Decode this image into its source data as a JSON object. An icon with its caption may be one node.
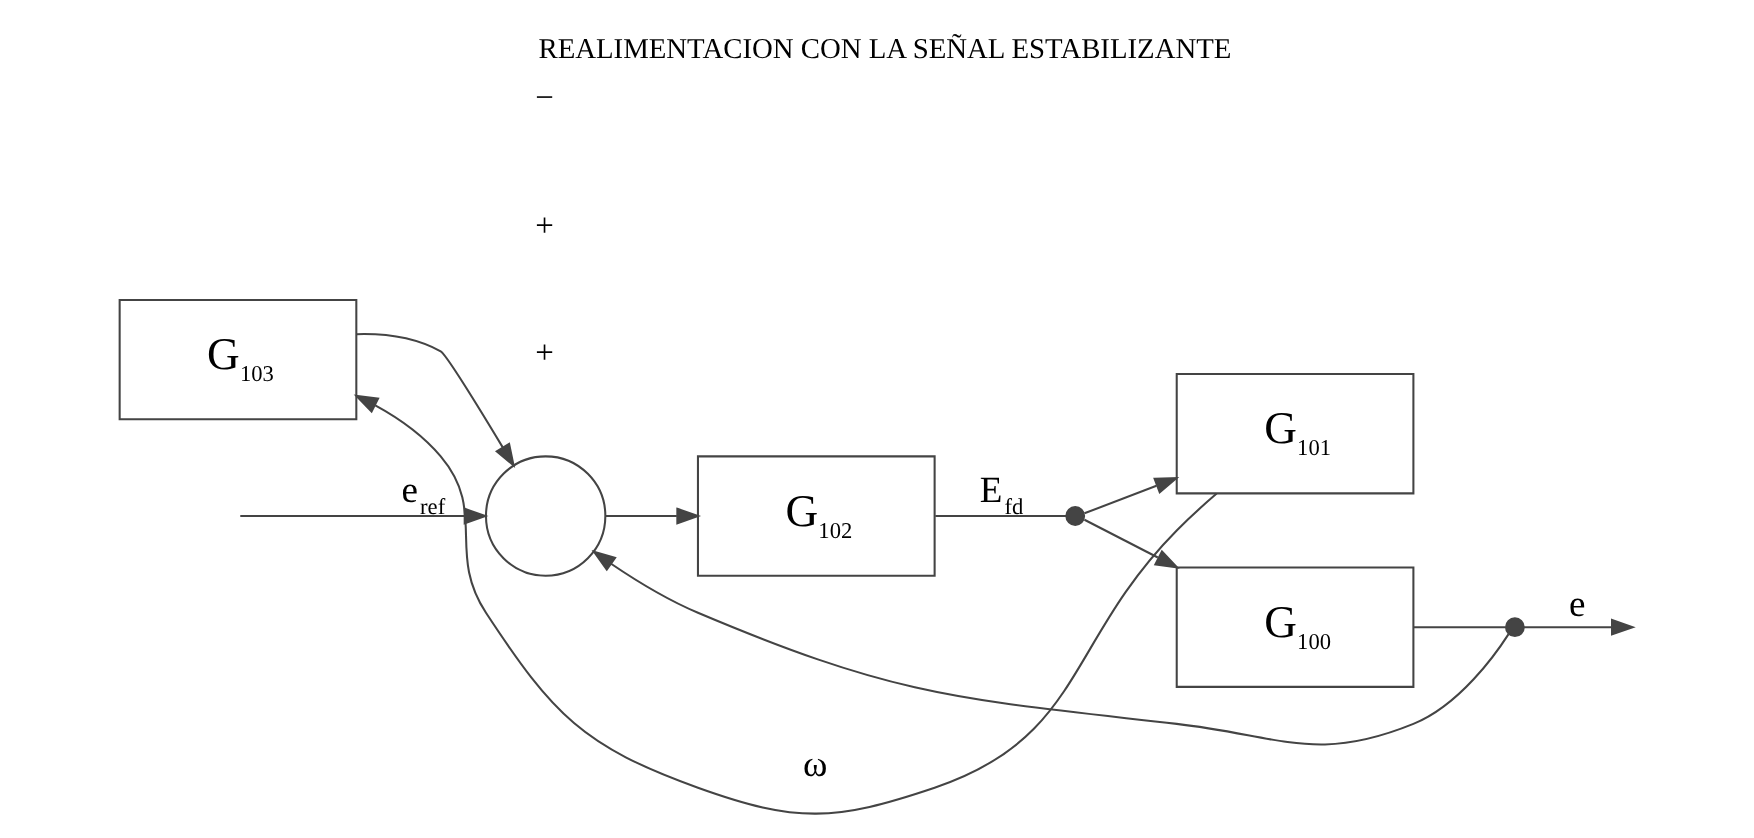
{
  "diagram": {
    "title": "REALIMENTACION CON LA SEÑAL ESTABILIZANTE",
    "nodes": [
      {
        "text": [],
        "shape": "circle"
      },
      {
        "text": [
          "G$_{103}$"
        ]
      },
      {
        "text": [
          "G$_{101}$"
        ]
      },
      {
        "text": [
          "G$_{102}$"
        ]
      },
      {
        "text": [
          "G$_{100}$"
        ]
      },
      {
        "text": [],
        "shape": "point"
      },
      {
        "text": [],
        "shape": "point"
      }
    ],
    "edges": [
      {
        "from": null,
        "to": 0,
        "arrow": "to",
        "label": "e$_{ref}$"
      },
      {
        "from": 0,
        "to": 3,
        "arrow": "to"
      },
      {
        "from": 3,
        "to": 5,
        "arrow": "none",
        "label": "E$_{fd}$"
      },
      {
        "from": 5,
        "to": 4,
        "arrow": "to"
      },
      {
        "from": 5,
        "to": 2,
        "arrow": "to"
      },
      {
        "from": 2,
        "to": 1,
        "arrow": "to",
        "label": "ω"
      },
      {
        "from": 1,
        "to": 0,
        "arrow": "to"
      },
      {
        "from": 4,
        "to": 6,
        "arrow": "none"
      },
      {
        "from": 6,
        "to": null,
        "arrow": "to",
        "label": "e"
      },
      {
        "from": 6,
        "to": 0,
        "arrow": "to"
      }
    ],
    "labels": [
      "+",
      "+",
      "−"
    ]
  }
}
